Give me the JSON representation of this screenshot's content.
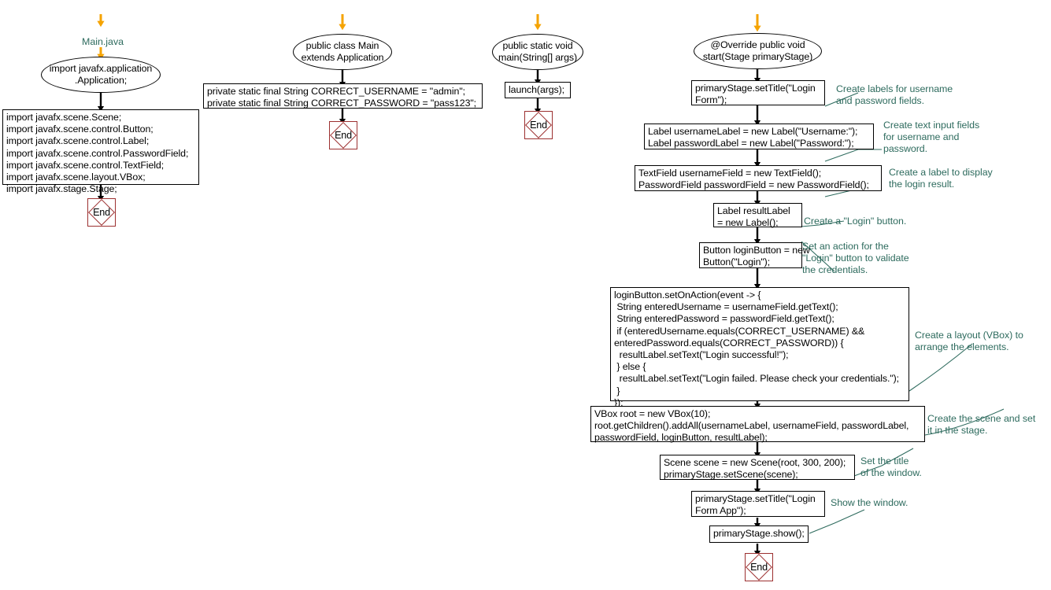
{
  "diagram": {
    "title": "Main.java",
    "type": "flowchart",
    "colors": {
      "start_arrow": "#F5A300",
      "note_text": "#2E6B5E",
      "end_marker": "#9C3030",
      "box_border": "#000000",
      "background": "#FFFFFF"
    },
    "start_label": "Main.java",
    "columns": [
      {
        "id": "imports",
        "nodes": [
          {
            "kind": "ellipse",
            "text": "import javafx.application\n.Application;"
          },
          {
            "kind": "process",
            "text": "import javafx.scene.Scene;\nimport javafx.scene.control.Button;\nimport javafx.scene.control.Label;\nimport javafx.scene.control.PasswordField;\nimport javafx.scene.control.TextField;\nimport javafx.scene.layout.VBox;\nimport javafx.stage.Stage;"
          },
          {
            "kind": "end",
            "text": "End"
          }
        ]
      },
      {
        "id": "class-main",
        "nodes": [
          {
            "kind": "ellipse",
            "text": "public class Main\nextends Application"
          },
          {
            "kind": "process",
            "text": "private static final String CORRECT_USERNAME = \"admin\";\nprivate static final String CORRECT_PASSWORD = \"pass123\";"
          },
          {
            "kind": "end",
            "text": "End"
          }
        ]
      },
      {
        "id": "main-method",
        "nodes": [
          {
            "kind": "ellipse",
            "text": "public static void\nmain(String[] args)"
          },
          {
            "kind": "process",
            "text": "launch(args);"
          },
          {
            "kind": "end",
            "text": "End"
          }
        ]
      },
      {
        "id": "start-method",
        "nodes": [
          {
            "kind": "ellipse",
            "text": "@Override public void\nstart(Stage primaryStage)"
          },
          {
            "kind": "process",
            "text": "primaryStage.setTitle(\"Login\nForm\");"
          },
          {
            "kind": "process",
            "text": "Label usernameLabel = new Label(\"Username:\");\nLabel passwordLabel = new Label(\"Password:\");"
          },
          {
            "kind": "process",
            "text": "TextField usernameField = new TextField();\nPasswordField passwordField = new PasswordField();"
          },
          {
            "kind": "process",
            "text": "Label resultLabel\n= new Label();"
          },
          {
            "kind": "process",
            "text": "Button loginButton = new\nButton(\"Login\");"
          },
          {
            "kind": "process",
            "text": "loginButton.setOnAction(event -> {\n String enteredUsername = usernameField.getText();\n String enteredPassword = passwordField.getText();\n if (enteredUsername.equals(CORRECT_USERNAME) &&\nenteredPassword.equals(CORRECT_PASSWORD)) {\n  resultLabel.setText(\"Login successful!\");\n } else {\n  resultLabel.setText(\"Login failed. Please check your credentials.\");\n }\n});"
          },
          {
            "kind": "process",
            "text": "VBox root = new VBox(10);\nroot.getChildren().addAll(usernameLabel, usernameField, passwordLabel,\npasswordField, loginButton, resultLabel);"
          },
          {
            "kind": "process",
            "text": "Scene scene = new Scene(root, 300, 200);\nprimaryStage.setScene(scene);"
          },
          {
            "kind": "process",
            "text": "primaryStage.setTitle(\"Login\nForm App\");"
          },
          {
            "kind": "process",
            "text": "primaryStage.show();"
          },
          {
            "kind": "end",
            "text": "End"
          }
        ]
      }
    ],
    "notes": [
      {
        "id": "note-labels",
        "text": "Create labels for username\nand password fields."
      },
      {
        "id": "note-fields",
        "text": "Create text input fields\nfor username and\npassword."
      },
      {
        "id": "note-result",
        "text": "Create a label to display\nthe login result."
      },
      {
        "id": "note-button",
        "text": "Create a \"Login\" button."
      },
      {
        "id": "note-action",
        "text": "Set an action for the\n\"Login\" button to validate\nthe credentials."
      },
      {
        "id": "note-vbox",
        "text": "Create a layout (VBox) to\narrange the elements."
      },
      {
        "id": "note-scene",
        "text": "Create the scene and set\nit in the stage."
      },
      {
        "id": "note-settitle",
        "text": "Set the title\nof the window."
      },
      {
        "id": "note-show",
        "text": "Show the window."
      }
    ]
  }
}
